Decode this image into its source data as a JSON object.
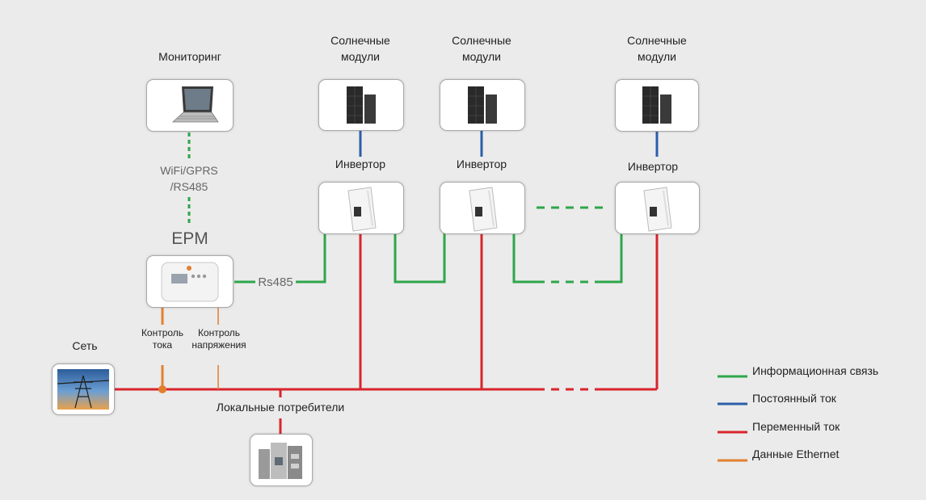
{
  "labels": {
    "monitoring": "Мониторинг",
    "solar": [
      "Солнечные\nмодули",
      "Солнечные\nмодули",
      "Солнечные\nмодули"
    ],
    "inverter": [
      "Инвертор",
      "Инвертор",
      "Инвертор"
    ],
    "wifi": "WiFi/GPRS\n/RS485",
    "epm": "EPM",
    "rs485": "Rs485",
    "current_control": "Контроль\nтока",
    "voltage_control": "Контроль\nнапряжения",
    "grid": "Сеть",
    "local_consumers": "Локальные потребители"
  },
  "legend": [
    {
      "label": "Информационная связь",
      "color": "#2ea64a"
    },
    {
      "label": "Постоянный ток",
      "color": "#2b5ea8"
    },
    {
      "label": "Переменный ток",
      "color": "#d9252c"
    },
    {
      "label": "Данные Ethernet",
      "color": "#e27f2f"
    }
  ],
  "colors": {
    "info": "#2ea64a",
    "dc": "#2b5ea8",
    "ac": "#d9252c",
    "ethernet": "#e27f2f"
  },
  "icons": {
    "monitor": "laptop-icon",
    "solar": "solar-panel-icon",
    "inverter": "inverter-icon",
    "epm": "epm-device-icon",
    "grid": "power-pylon-icon",
    "consumers": "building-icon"
  }
}
